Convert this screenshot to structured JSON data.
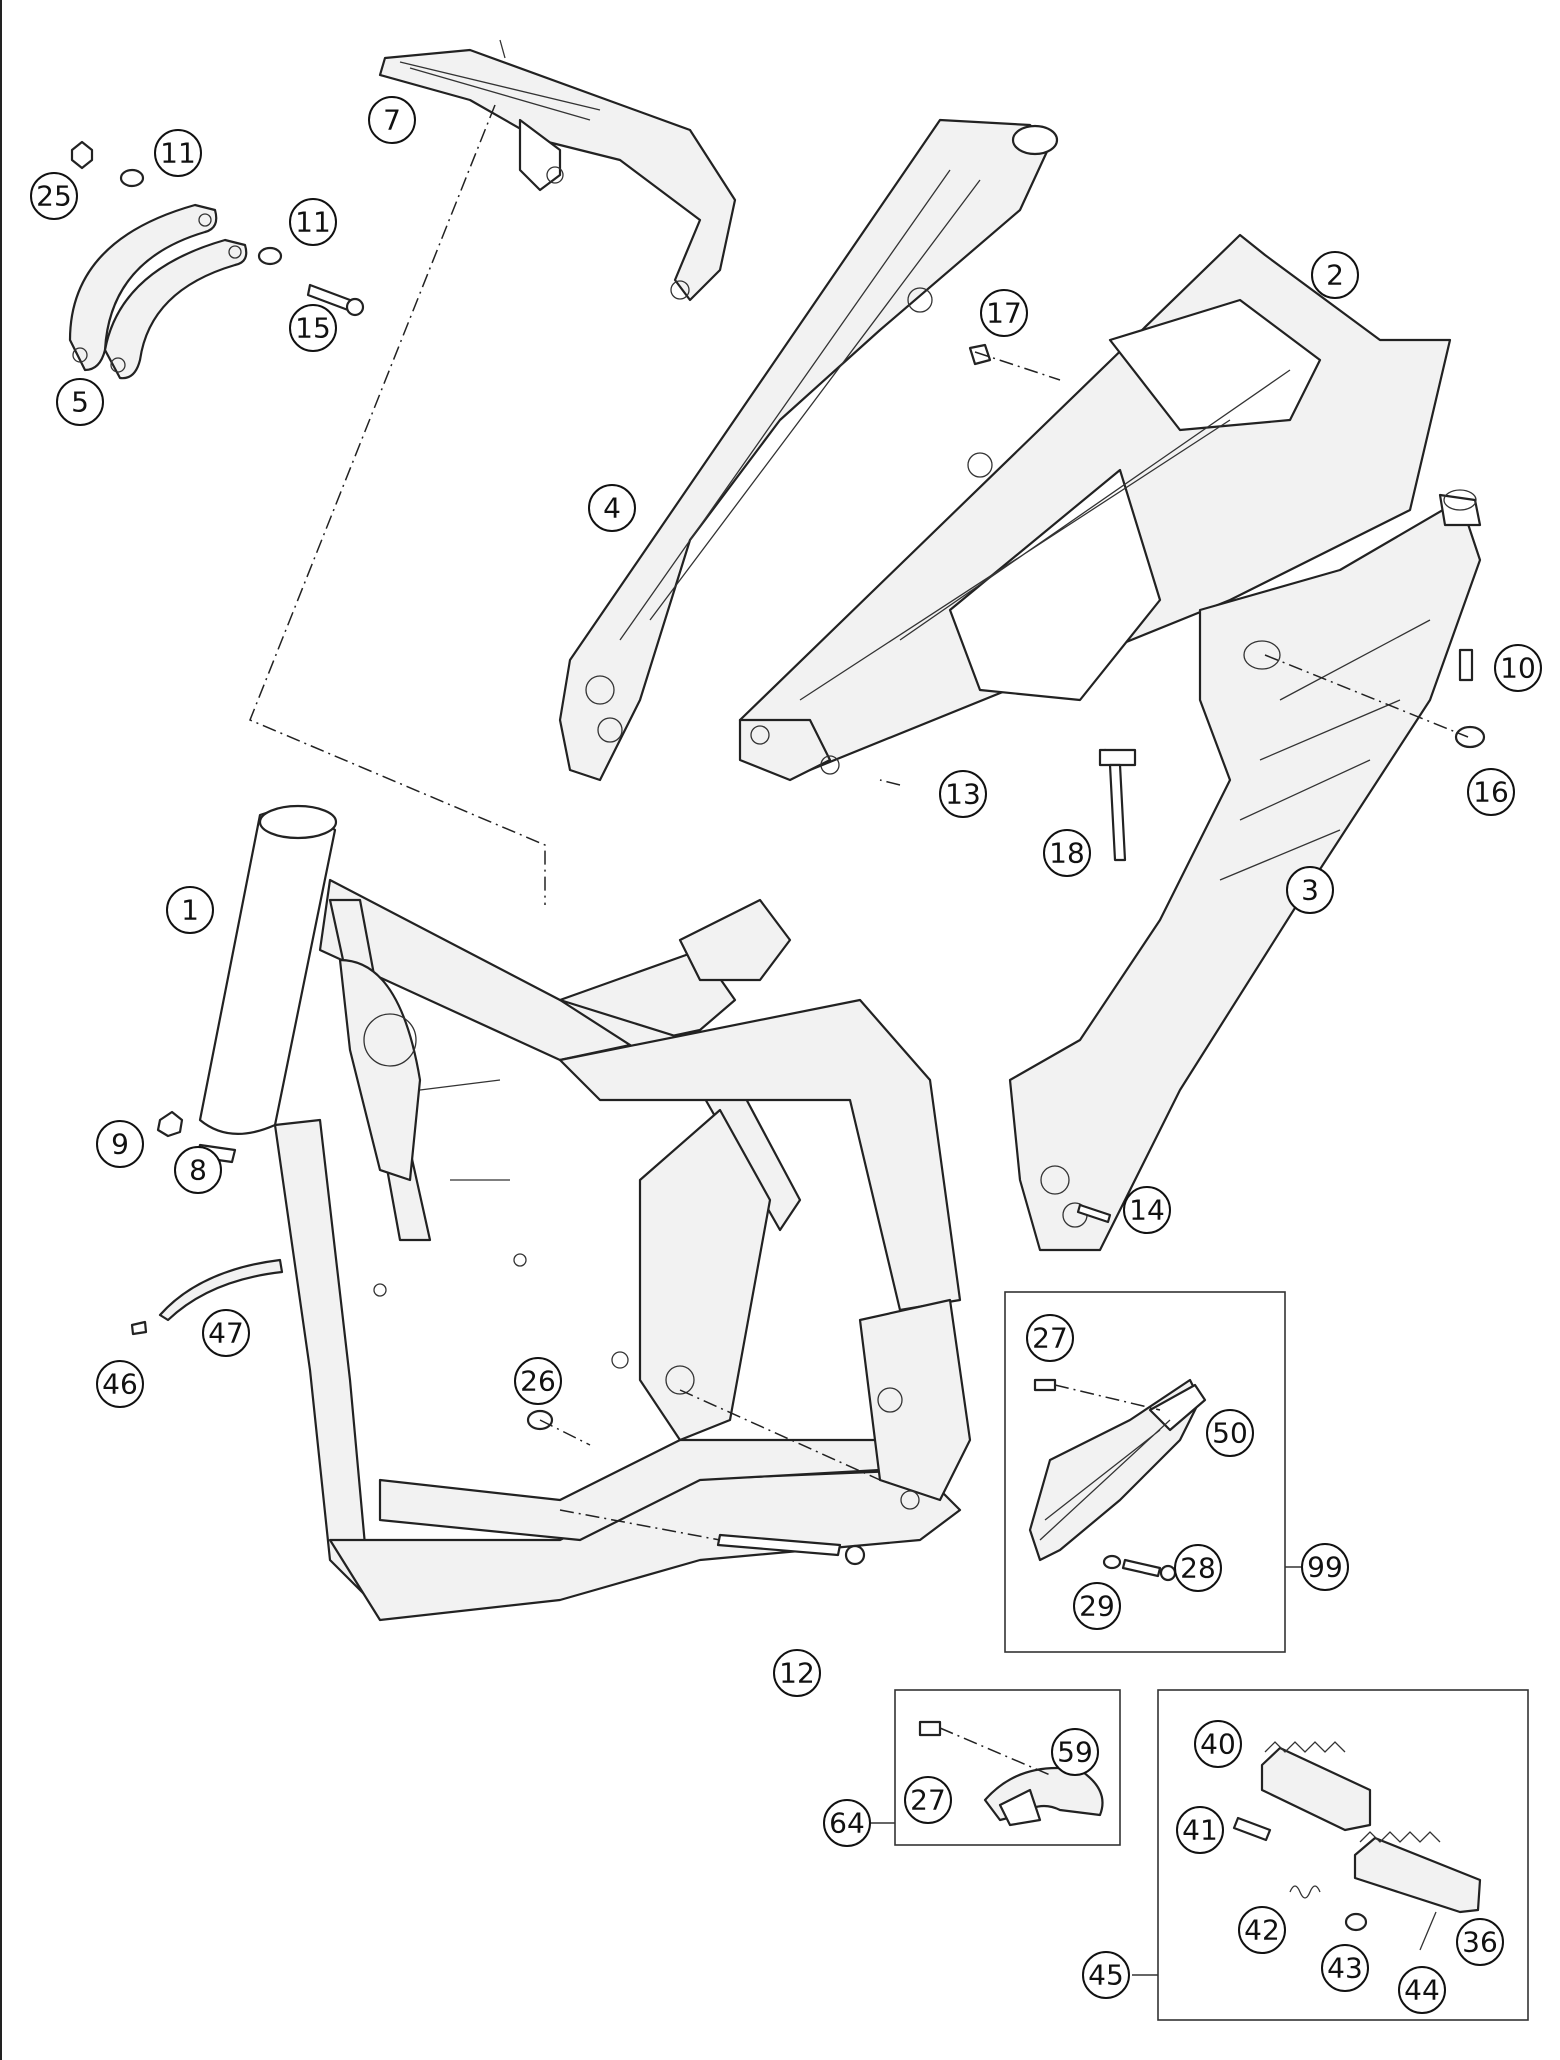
{
  "callouts": [
    "1",
    "2",
    "3",
    "4",
    "5",
    "7",
    "8",
    "9",
    "10",
    "11",
    "11",
    "12",
    "13",
    "14",
    "15",
    "16",
    "17",
    "18",
    "25",
    "26",
    "27",
    "27",
    "28",
    "29",
    "36",
    "40",
    "41",
    "42",
    "43",
    "44",
    "45",
    "46",
    "47",
    "50",
    "59",
    "64",
    "99"
  ]
}
